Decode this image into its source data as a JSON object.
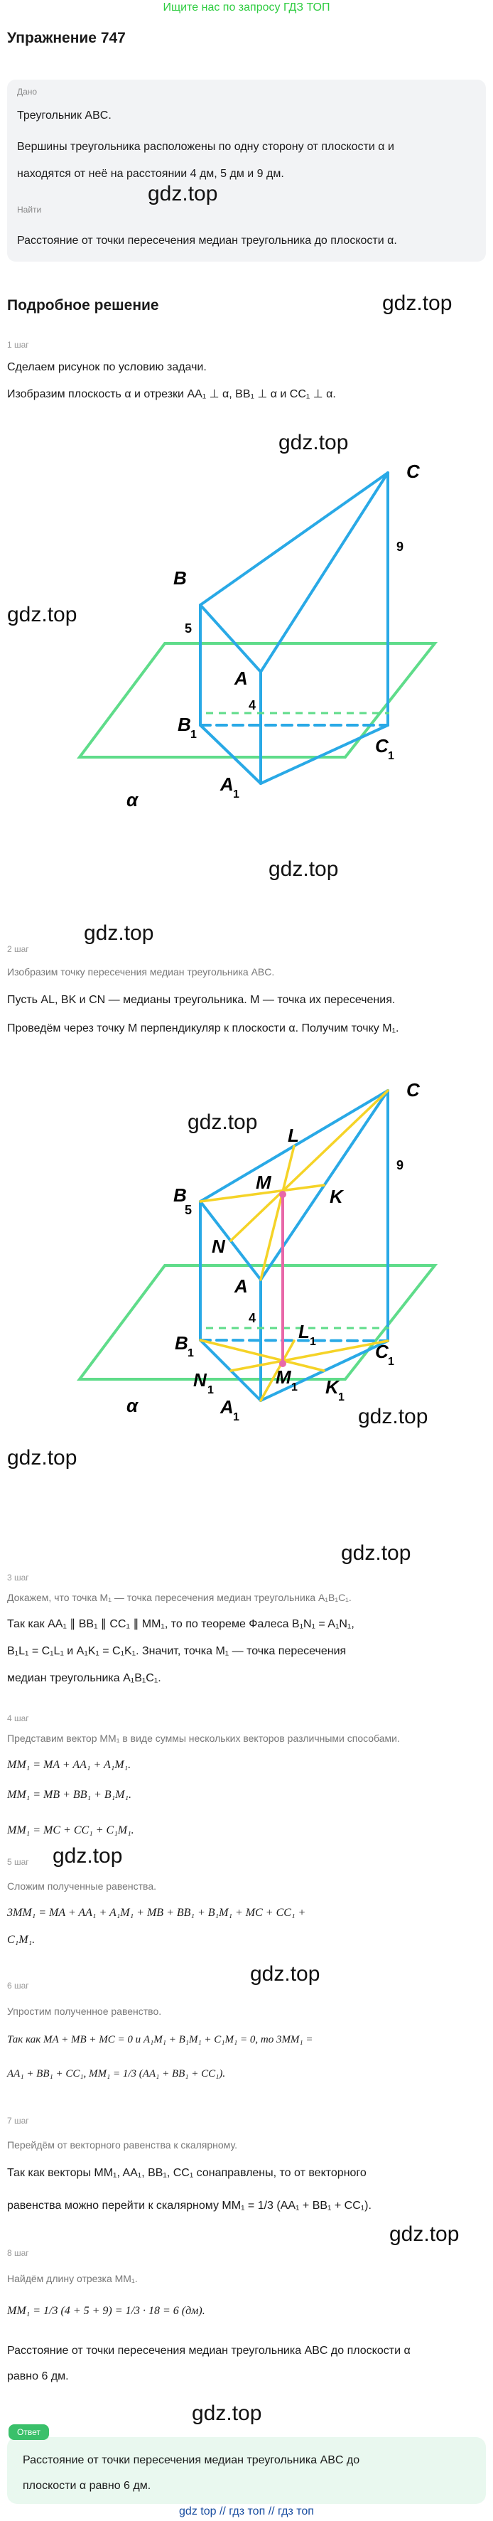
{
  "top_link": "Ищите нас по запросу ГДЗ ТОП",
  "title": "Упражнение 747",
  "given": {
    "label": "Дано",
    "line1": "Треугольник ABC.",
    "line2": "Вершины треугольника расположены по одну сторону от плоскости α и",
    "line3": "находятся от неё на расстоянии 4 дм, 5 дм и 9 дм.",
    "find_label": "Найти",
    "find": "Расстояние от точки пересечения медиан треугольника до плоскости α."
  },
  "watermark": "gdz.top",
  "solution_title": "Подробное решение",
  "steps": {
    "s1": {
      "label": "1 шаг",
      "l1": "Сделаем рисунок по условию задачи.",
      "l2": "Изобразим плоскость α и отрезки AA₁ ⊥ α, BB₁ ⊥ α и CC₁ ⊥ α."
    },
    "s2": {
      "label": "2 шаг",
      "l1": "Изобразим точку пересечения медиан треугольника ABC.",
      "l2": "Пусть AL, BK и CN — медианы треугольника. M — точка их пересечения.",
      "l3": "Проведём через точку M перпендикуляр к плоскости α. Получим точку M₁."
    },
    "s3": {
      "label": "3 шаг",
      "l1": "Докажем, что точка M₁ — точка пересечения медиан треугольника A₁B₁C₁.",
      "l2": "Так как AA₁ ∥ BB₁ ∥ CC₁ ∥ MM₁, то по теореме Фалеса B₁N₁ = A₁N₁,",
      "l3": "B₁L₁ = C₁L₁ и A₁K₁ = C₁K₁. Значит, точка M₁ — точка пересечения",
      "l4": "медиан треугольника A₁B₁C₁."
    },
    "s4": {
      "label": "4 шаг",
      "l1": "Представим вектор MM₁ в виде суммы нескольких векторов различными способами.",
      "l2": "MM₁ = MA + AA₁ + A₁M₁.",
      "l3": "MM₁ = MB + BB₁ + B₁M₁.",
      "l4": "MM₁ = MC + CC₁ + C₁M₁."
    },
    "s5": {
      "label": "5 шаг",
      "l1": "Сложим полученные равенства.",
      "l2": "3MM₁ = MA + AA₁ + A₁M₁ + MB + BB₁ + B₁M₁ + MC + CC₁ +",
      "l3": "C₁M₁."
    },
    "s6": {
      "label": "6 шаг",
      "l1": "Упростим полученное равенство.",
      "l2": "Так как MA + MB + MC = 0 и A₁M₁ + B₁M₁ + C₁M₁ = 0, то 3MM₁ =",
      "l3": "AA₁ + BB₁ + CC₁, MM₁ = 1/3 (AA₁ + BB₁ + CC₁)."
    },
    "s7": {
      "label": "7 шаг",
      "l1": "Перейдём от векторного равенства к скалярному.",
      "l2": "Так как векторы MM₁, AA₁, BB₁, CC₁ сонаправлены, то от векторного",
      "l3": "равенства можно перейти к скалярному MM₁ = 1/3 (AA₁ + BB₁ + CC₁)."
    },
    "s8": {
      "label": "8 шаг",
      "l1": "Найдём длину отрезка MM₁.",
      "l2": "MM₁ = 1/3 (4 + 5 + 9) = 1/3 · 18 = 6 (дм).",
      "l3": "Расстояние от точки пересечения медиан треугольника ABC до плоскости α",
      "l4": "равно 6 дм."
    }
  },
  "answer": {
    "label": "Ответ",
    "l1": "Расстояние от точки пересечения медиан треугольника ABC до",
    "l2": "плоскости α равно 6 дм."
  },
  "footer": "gdz top // гдз топ // гдз топ",
  "fig1": {
    "B": "B",
    "A": "A",
    "C": "C",
    "B1": "B",
    "A1": "A",
    "C1": "C",
    "sub": "1",
    "alpha": "α",
    "n5": "5",
    "n4": "4",
    "n9": "9"
  },
  "fig2": {
    "B": "B",
    "A": "A",
    "C": "C",
    "L": "L",
    "M": "M",
    "K": "K",
    "N": "N",
    "B1": "B",
    "A1": "A",
    "C1": "C",
    "L1": "L",
    "N1": "N",
    "M1": "M",
    "K1": "K",
    "sub": "1",
    "alpha": "α",
    "n5": "5",
    "n4": "4",
    "n9": "9"
  },
  "colors": {
    "blue": "#29a9e6",
    "green": "#5fdc8a",
    "yellow": "#f5d327",
    "pink": "#e868a8"
  }
}
